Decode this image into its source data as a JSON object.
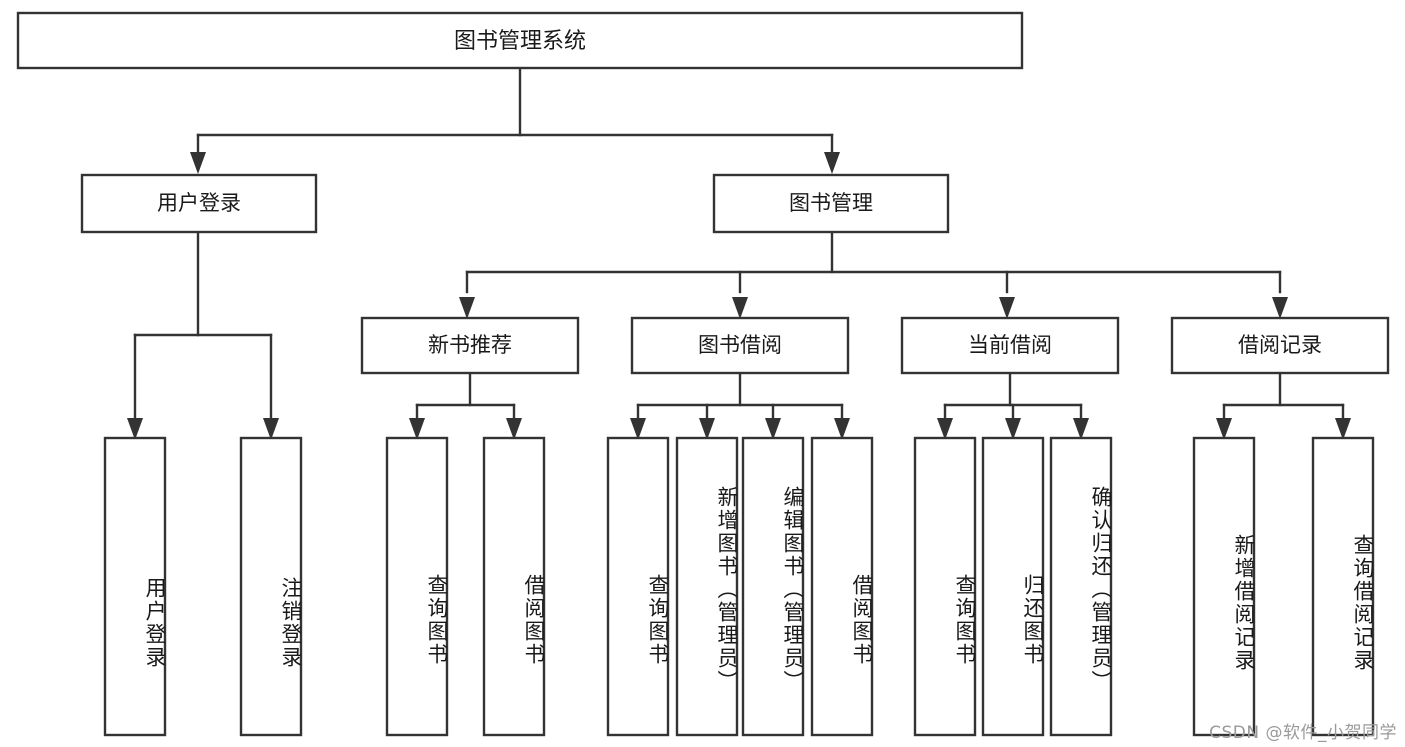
{
  "diagram": {
    "title": "图书管理系统",
    "type": "hierarchy-tree",
    "orientation": "top-down",
    "colors": {
      "stroke": "#333333",
      "fill": "#ffffff",
      "text": "#1a1a1a",
      "watermark": "#9a9a9a",
      "background": "#ffffff"
    }
  },
  "watermark": {
    "text": "CSDN @软件_小贺同学"
  },
  "nodes": {
    "root": {
      "id": "root",
      "label": "图书管理系统",
      "level": 0,
      "orientation": "horizontal"
    },
    "level1": [
      {
        "id": "user-login",
        "label": "用户登录",
        "level": 1,
        "orientation": "horizontal"
      },
      {
        "id": "book-manage",
        "label": "图书管理",
        "level": 1,
        "orientation": "horizontal"
      }
    ],
    "level2": [
      {
        "id": "new-book-rec",
        "label": "新书推荐",
        "level": 2,
        "orientation": "horizontal",
        "parent": "book-manage"
      },
      {
        "id": "book-borrow",
        "label": "图书借阅",
        "level": 2,
        "orientation": "horizontal",
        "parent": "book-manage"
      },
      {
        "id": "current-borrow",
        "label": "当前借阅",
        "level": 2,
        "orientation": "horizontal",
        "parent": "book-manage"
      },
      {
        "id": "borrow-record",
        "label": "借阅记录",
        "level": 2,
        "orientation": "horizontal",
        "parent": "book-manage"
      }
    ],
    "leaves": [
      {
        "id": "leaf-user-login",
        "label": "用户登录",
        "parent": "user-login",
        "orientation": "vertical"
      },
      {
        "id": "leaf-user-logout",
        "label": "注销登录",
        "parent": "user-login",
        "orientation": "vertical"
      },
      {
        "id": "leaf-query-book-1",
        "label": "查询图书",
        "parent": "new-book-rec",
        "orientation": "vertical"
      },
      {
        "id": "leaf-borrow-book-1",
        "label": "借阅图书",
        "parent": "new-book-rec",
        "orientation": "vertical"
      },
      {
        "id": "leaf-query-book-2",
        "label": "查询图书",
        "parent": "book-borrow",
        "orientation": "vertical"
      },
      {
        "id": "leaf-add-book",
        "label": "新增图书（管理员）",
        "parent": "book-borrow",
        "orientation": "vertical"
      },
      {
        "id": "leaf-edit-book",
        "label": "编辑图书（管理员）",
        "parent": "book-borrow",
        "orientation": "vertical"
      },
      {
        "id": "leaf-borrow-book-2",
        "label": "借阅图书",
        "parent": "book-borrow",
        "orientation": "vertical"
      },
      {
        "id": "leaf-query-book-3",
        "label": "查询图书",
        "parent": "current-borrow",
        "orientation": "vertical"
      },
      {
        "id": "leaf-return-book",
        "label": "归还图书",
        "parent": "current-borrow",
        "orientation": "vertical"
      },
      {
        "id": "leaf-confirm-return",
        "label": "确认归还（管理员）",
        "parent": "current-borrow",
        "orientation": "vertical"
      },
      {
        "id": "leaf-add-record",
        "label": "新增借阅记录",
        "parent": "borrow-record",
        "orientation": "vertical"
      },
      {
        "id": "leaf-query-record",
        "label": "查询借阅记录",
        "parent": "borrow-record",
        "orientation": "vertical"
      }
    ]
  }
}
